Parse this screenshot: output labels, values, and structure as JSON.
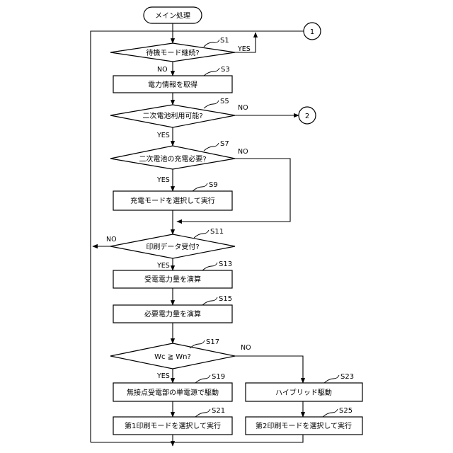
{
  "start": {
    "label": "メイン処理"
  },
  "connectors": {
    "c1": "1",
    "c2": "2"
  },
  "steps": {
    "S1": {
      "id": "S1",
      "label": "待機モード継続?"
    },
    "S3": {
      "id": "S3",
      "label": "電力情報を取得"
    },
    "S5": {
      "id": "S5",
      "label": "二次電池利用可能?"
    },
    "S7": {
      "id": "S7",
      "label": "二次電池の充電必要?"
    },
    "S9": {
      "id": "S9",
      "label": "充電モードを選択して実行"
    },
    "S11": {
      "id": "S11",
      "label": "印刷データ受付?"
    },
    "S13": {
      "id": "S13",
      "label": "受電電力量を演算"
    },
    "S15": {
      "id": "S15",
      "label": "必要電力量を演算"
    },
    "S17": {
      "id": "S17",
      "label": "Wc ≧ Wn?"
    },
    "S19": {
      "id": "S19",
      "label": "無接点受電部の単電源で駆動"
    },
    "S21": {
      "id": "S21",
      "label": "第1印刷モードを選択して実行"
    },
    "S23": {
      "id": "S23",
      "label": "ハイブリッド駆動"
    },
    "S25": {
      "id": "S25",
      "label": "第2印刷モードを選択して実行"
    }
  },
  "branch_labels": {
    "s1_yes": "YES",
    "s1_no": "NO",
    "s5_yes": "YES",
    "s5_no": "NO",
    "s7_yes": "YES",
    "s7_no": "NO",
    "s11_yes": "YES",
    "s11_no": "NO",
    "s17_yes": "YES",
    "s17_no": "NO"
  }
}
